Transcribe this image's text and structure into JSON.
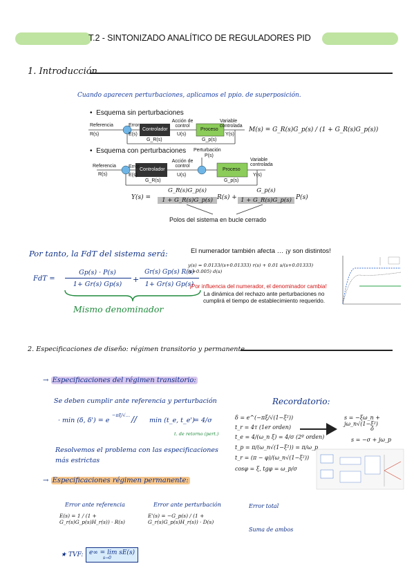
{
  "title": "T.2 - SINTONIZADO ANALÍTICO DE REGULADORES PID",
  "section1": {
    "heading": "1. Introducción",
    "note": "Cuando aparecen perturbaciones, aplicamos el ppio. de superposición.",
    "bullet1": "Esquema sin perturbaciones",
    "bullet2": "Esquema con perturbaciones",
    "diagram": {
      "referencia": "Referencia",
      "r": "R(s)",
      "error": "Error",
      "e": "E(s)",
      "controlador": "Controlador",
      "accion": "Acción de control",
      "u": "U(s)",
      "proceso": "Proceso",
      "variable": "Variable controlada",
      "y": "Y(s)",
      "gr": "G_R(s)",
      "gp": "G_p(s)",
      "perturbacion": "Perturbación",
      "p": "P(s)",
      "plus": "+",
      "minus": "−"
    },
    "m_eq": "M(s) = G_R(s)G_p(s) / (1 + G_R(s)G_p(s))",
    "y_eq_left": "Y(s) =",
    "y_term1_num": "G_R(s)G_p(s)",
    "y_term1_den": "1 + G_R(s)G_p(s)",
    "y_term1_var": "R(s) +",
    "y_term2_num": "G_p(s)",
    "y_term2_den": "1 + G_R(s)G_p(s)",
    "y_term2_var": "P(s)",
    "polos": "Polos del sistema en bucle cerrado"
  },
  "fdt": {
    "intro": "Por tanto, la FdT del sistema será:",
    "label": "FdT =",
    "t1_num": "Gp(s) · P(s)",
    "t1_den": "1+ Gr(s) Gp(s)",
    "plus": "+",
    "t2_num": "Gr(s) Gp(s) R(s)",
    "t2_den": "1+ Gr(s) Gp(s)",
    "brace_label": "Mismo denominador"
  },
  "inset": {
    "title": "El numerador también afecta … ¡y son distintos!",
    "eq": "y(s) = 0.0133/(s+0.01333) r(s) + 0.01 s/(s+0.01333)(s+0.005) d(s)",
    "red": "¡Por influencia del numerador, el denominador cambia!",
    "body": "La dinámica del rechazo ante perturbaciones no cumplirá el tiempo de establecimiento requerido."
  },
  "section2": {
    "heading": "2. Especificaciones de diseño: régimen transitorio y permanente",
    "transitorio": "Especificaciones del régimen transitorio:",
    "cumplir": "Se deben cumplir ante referencia y perturbación",
    "min1": "· min (δ, δ') = e",
    "min2": "min (t_e, t_e')",
    "min2_rhs": "= 4/σ",
    "tiempo": "t. de retorno (pert.)",
    "resolvemos": "Resolvemos el problema con las especificaciones más estrictas",
    "recordatorio": "Recordatorio:",
    "reminder_lines": [
      "δ = e^(−πξ/√(1−ξ²))",
      "t_r = 4τ (1er orden)",
      "t_e = 4/(ω_n ξ) = 4/σ (2º orden)",
      "t_p = π/(ω_n√(1−ξ²)) = π/ω_p",
      "t_r = (π − φ)/(ω_n√(1−ξ²))",
      "cosφ = ξ,       tgφ = ω_p/σ"
    ],
    "s_eq1": "s = −ξω_n + jω_n√(1−ξ²)",
    "s_or": "ó",
    "s_eq2": "s = −σ + jω_p",
    "permanente": "Especificaciones régimen permanente:",
    "err_ref_label": "Error ante referencia",
    "err_ref_eq": "E(s) = 1 / (1 + G_r(s)G_p(s)H_r(s)) · R(s)",
    "err_pert_label": "Error ante perturbación",
    "err_pert_eq": "E'(s) = −G_p(s) / (1 + G_r(s)G_p(s)H_r(s)) · D(s)",
    "err_total": "Error total",
    "suma": "Suma de ambos",
    "tvf_label": "TVF:",
    "tvf_box": "e∞ = lim sE(s)",
    "tvf_sub": "s→0"
  }
}
